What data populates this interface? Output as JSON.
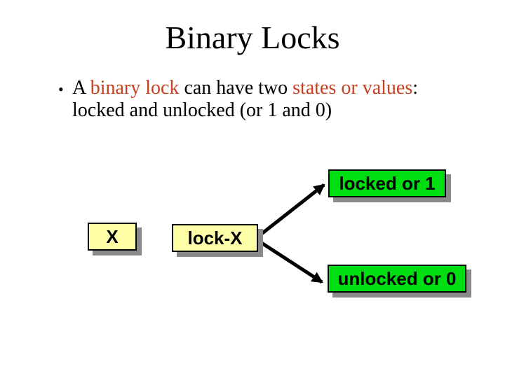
{
  "slide": {
    "title": "Binary Locks",
    "bullet": {
      "marker": "•",
      "segments": [
        {
          "text": "A ",
          "color": "black"
        },
        {
          "text": "binary lock",
          "color": "red"
        },
        {
          "text": " can have two ",
          "color": "black"
        },
        {
          "text": "states or values",
          "color": "red"
        },
        {
          "text": ": locked and unlocked (or 1 and 0)",
          "color": "black"
        }
      ]
    },
    "diagram": {
      "data_item_label": "X",
      "lock_operation_label": "lock-X",
      "state_top_label": "locked or 1",
      "state_bottom_label": "unlocked or 0"
    },
    "colors": {
      "emphasis_text_red": "#C8401F",
      "yellow_box": "#FFFFA8",
      "green_box": "#00DD11",
      "box_shadow_gray": "#8A8A8A",
      "box_border": "#000000",
      "background": "#FFFFFF"
    }
  }
}
